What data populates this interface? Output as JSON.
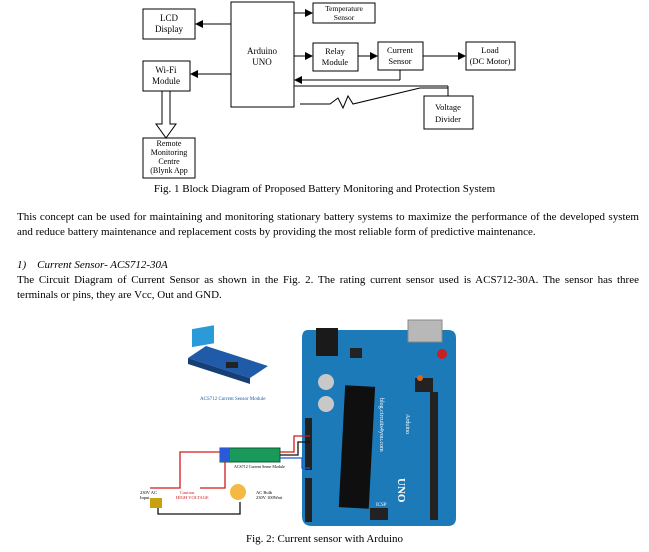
{
  "block_diagram": {
    "blocks": {
      "lcd": [
        "LCD",
        "Display"
      ],
      "arduino": [
        "Arduino",
        "UNO"
      ],
      "temp": [
        "Temperature",
        "Sensor"
      ],
      "relay": [
        "Relay",
        "Module"
      ],
      "current": [
        "Current",
        "Sensor"
      ],
      "load": [
        "Load",
        "(DC Motor)"
      ],
      "wifi": [
        "Wi-Fi",
        "Module"
      ],
      "voltage": [
        "Voltage",
        "Divider"
      ],
      "remote": [
        "Remote",
        "Monitoring",
        "Centre",
        "(Blynk App"
      ]
    },
    "caption": "Fig. 1 Block Diagram of Proposed Battery Monitoring and Protection System"
  },
  "paragraph1": "This concept can be used for maintaining and monitoring stationary battery systems to maximize the performance of the developed system and reduce battery maintenance and replacement costs by providing the most reliable form of predictive maintenance.",
  "section": {
    "number": "1)",
    "title": "Current Sensor- ACS712-30A"
  },
  "paragraph2": "The Circuit Diagram of Current Sensor as shown in the Fig. 2. The rating current sensor used is ACS712-30A. The sensor has three terminals or pins, they are Vcc, Out and GND.",
  "figure2": {
    "module_label": "ACS712 Current Sensor Module",
    "board_site": "blog.circuits4you.com",
    "board_name": "UNO",
    "board_brand": "Arduino",
    "module_text": "ACS712 Current Sense Module",
    "ac_input": [
      "230V AC",
      "Input"
    ],
    "caution": [
      "Caution",
      "HIGH VOLTAGE"
    ],
    "bulb": [
      "AC Bulb",
      "230V 100Watt"
    ],
    "icsp": "ICSP",
    "caption": "Fig. 2: Current sensor with Arduino"
  }
}
